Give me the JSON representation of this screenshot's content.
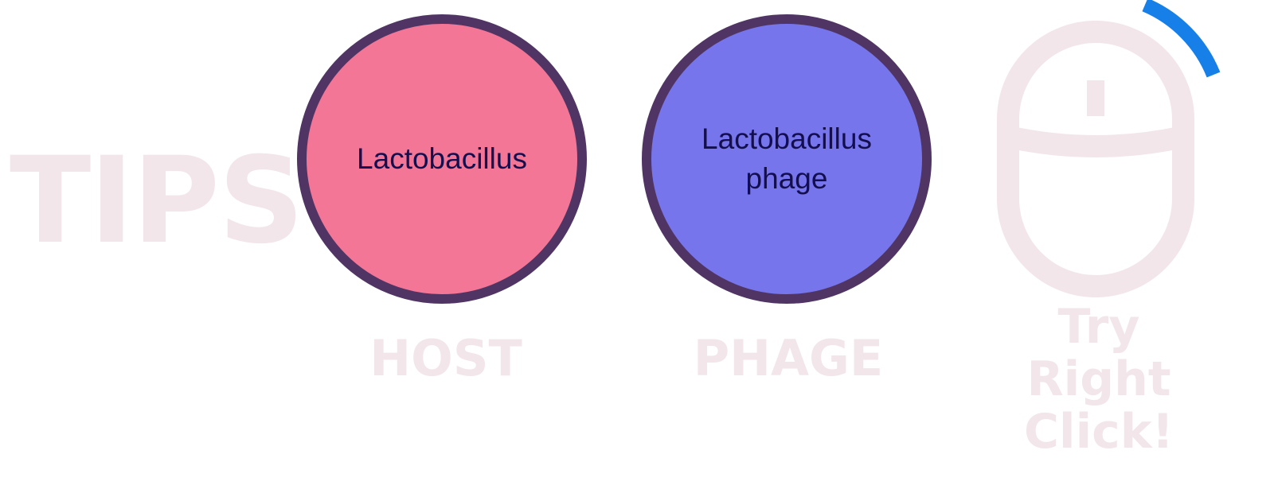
{
  "title": "TIPS",
  "host": {
    "circle_label": "Lactobacillus",
    "caption": "HOST",
    "fill": "#f37697"
  },
  "phage": {
    "circle_label": "Lactobacillus\nphage",
    "caption": "PHAGE",
    "fill": "#7675eb"
  },
  "hint": {
    "caption": "Try\nRight Click!",
    "icon": "mouse-icon",
    "indicator_color": "#1780e8"
  },
  "colors": {
    "circle_border": "#503564",
    "faint_text": "#f2e6ea",
    "label_text": "#130f4f"
  }
}
